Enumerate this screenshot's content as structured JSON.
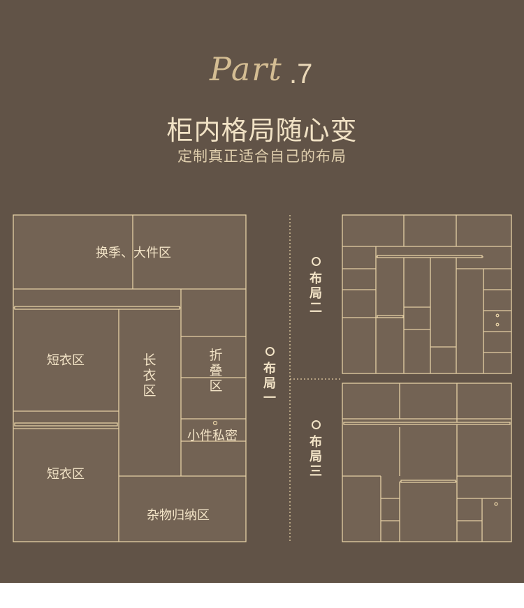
{
  "header": {
    "part_script": "Part",
    "part_number": ".7",
    "headline": "柜内格局随心变",
    "subhead": "定制真正适合自己的布局"
  },
  "layout_one": {
    "tag": "布局一",
    "zones": {
      "seasonal": "换季、大件区",
      "short_top": "短衣区",
      "short_bottom": "短衣区",
      "long": "长衣区",
      "fold": "折叠区",
      "small_private": "小件私密",
      "storage": "杂物归纳区"
    }
  },
  "layout_two": {
    "tag": "布局二"
  },
  "layout_three": {
    "tag": "布局三"
  },
  "colors": {
    "background": "#615347",
    "panel": "#736354",
    "line": "#e5cfa4",
    "text": "#f3e4c7"
  }
}
